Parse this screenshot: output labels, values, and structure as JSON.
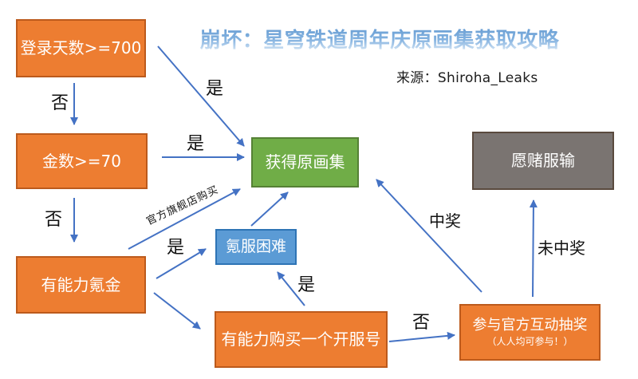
{
  "title": "崩坏：星穹铁道周年庆原画集获取攻略",
  "source": "来源：Shiroha_Leaks",
  "nodes": {
    "login_days": "登录天数>=700",
    "jade_count": "金数>=70",
    "can_pay": "有能力氪金",
    "get_artbook": "获得原画集",
    "overcome": "氪服困难",
    "buy_account": "有能力购买一个开服号",
    "accept_loss": "愿赌服输",
    "lottery": "参与官方互动抽奖",
    "lottery_sub": "（人人均可参与！）"
  },
  "edge_labels": {
    "yes": "是",
    "no": "否",
    "win": "中奖",
    "no_win": "未中奖",
    "flagship": "官方旗舰店购买"
  },
  "colors": {
    "arrow": "#4472C4",
    "orange_fill": "#ED7D31",
    "green_fill": "#70AD47",
    "blue_fill": "#5B9BD5",
    "gray_fill": "#7A7471",
    "title_blue": "#6FA3D8"
  }
}
